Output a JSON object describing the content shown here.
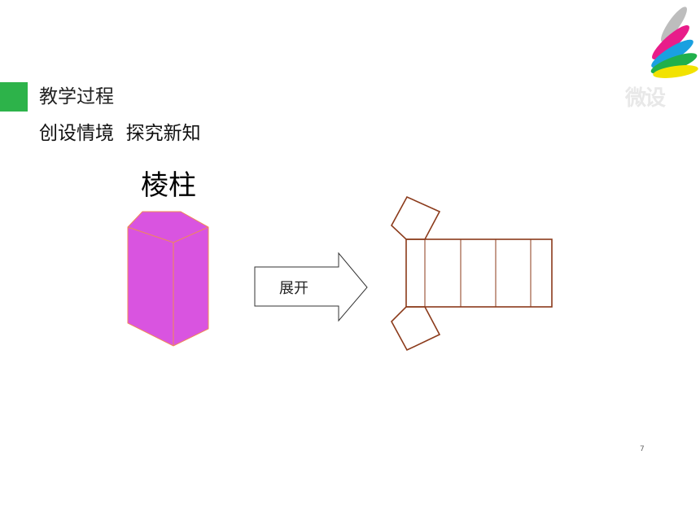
{
  "heading": {
    "title": "教学过程",
    "subtitle": "创设情境  探究新知"
  },
  "diagram": {
    "solid_label": "棱柱",
    "arrow_label": "展开"
  },
  "logo": {
    "text": "微设"
  },
  "page_number": "7",
  "colors": {
    "accent_green": "#2db34a",
    "prism_fill": "#d954e0",
    "prism_edge": "#f08a55",
    "net_stroke": "#8b3a1a"
  }
}
